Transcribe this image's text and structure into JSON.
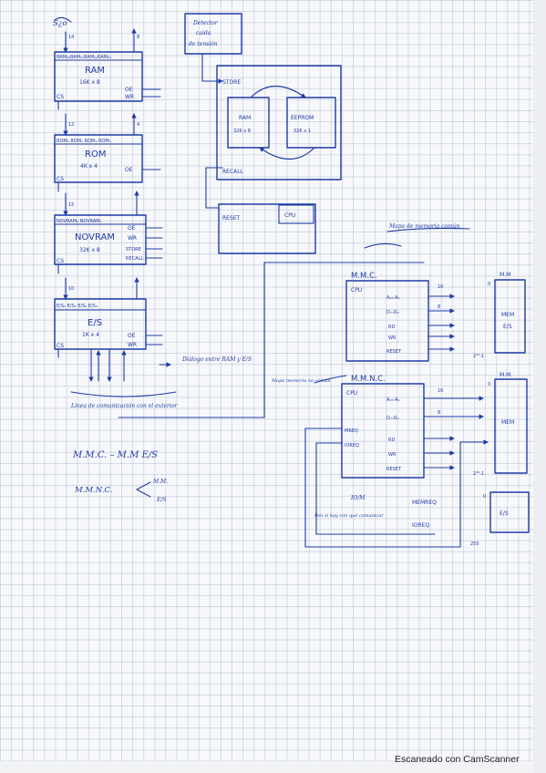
{
  "note": {
    "header_scrawl": "S¿o",
    "blocks": {
      "ram": {
        "top": "RAM₀₀RAM₀₁RAM₀₂RAM₀₃",
        "name": "RAM",
        "size": "16K x 8",
        "cs": "CS",
        "oe": "OE",
        "wr": "WR",
        "bus_a": "14",
        "bus_d": "8"
      },
      "rom": {
        "top": "ROM₀ ROM₁ ROM₂ ROM₃",
        "name": "ROM",
        "size": "4K x 4",
        "cs": "CS",
        "oe": "OE",
        "bus_a": "12",
        "bus_d": "4"
      },
      "novram": {
        "top": "NOVRAM₀ NOVRAM₁",
        "name": "NOVRAM",
        "size": "32K x 8",
        "cs": "CS",
        "oe": "OE",
        "wr": "WR",
        "store": "STORE",
        "recall": "RECALL",
        "bus_a": "15"
      },
      "es": {
        "top": "E/S₀ E/S₁ E/S₂ E/S₃",
        "name": "E/S",
        "size": "1K x 4",
        "cs": "CS",
        "oe": "OE",
        "wr": "WR",
        "bus_a": "10"
      },
      "detector": {
        "line1": "Detector",
        "line2": "caida",
        "line3": "de tensión"
      },
      "novram_detail": {
        "store": "STORE",
        "ram": "RAM",
        "ram_size": "32K x 8",
        "eeprom": "EEPROM",
        "eeprom_size": "32K x 1",
        "recall": "RECALL"
      },
      "cpu_small": {
        "reset": "RESET",
        "cpu": "CPU"
      }
    },
    "notes": {
      "dialogue": "Diálogo entre RAM y E/S",
      "lines": "Línea de comunicación con el exterior",
      "mapa_comun": "Mapa de memoria común",
      "mapa_no_comun": "Mapa memoria no común",
      "mmc_eq": "M.M.C. – M.M E/S",
      "mmnc_label": "M.M.N.C.",
      "mmnc_opt1": "M.M.",
      "mmnc_opt2": "E/S",
      "ponerlas": "Pon si hay con qué comunicar"
    },
    "mmc": {
      "title": "M.M.C.",
      "cpu": "CPU",
      "addr": "A₁₅-A₀",
      "data": "D₇-D₀",
      "rd": "RD",
      "wr": "WR",
      "reset": "RESET",
      "bus16": "16",
      "bus8": "8",
      "mm": "M.M",
      "mem1": "MEM",
      "mem2": "E/S",
      "zero": "0",
      "top": "2¹⁶-1"
    },
    "mmnc": {
      "title": "M.M.N.C.",
      "cpu": "CPU",
      "addr": "A₁₅-A₀",
      "data": "D₇-D₀",
      "mreq": "MREQ",
      "iorq": "IOREQ",
      "rd": "RD",
      "wr": "WR",
      "reset": "RESET",
      "bus16": "16",
      "bus8": "8",
      "mm": "M.M.",
      "mem": "MEM",
      "zero": "0",
      "top": "2¹⁶-1",
      "io": "IO/M",
      "memreq": "MEMREQ",
      "ioreq": "IOREQ",
      "es": "E/S",
      "es_zero": "0",
      "es_top": "255"
    },
    "footer": "Escaneado con CamScanner"
  }
}
